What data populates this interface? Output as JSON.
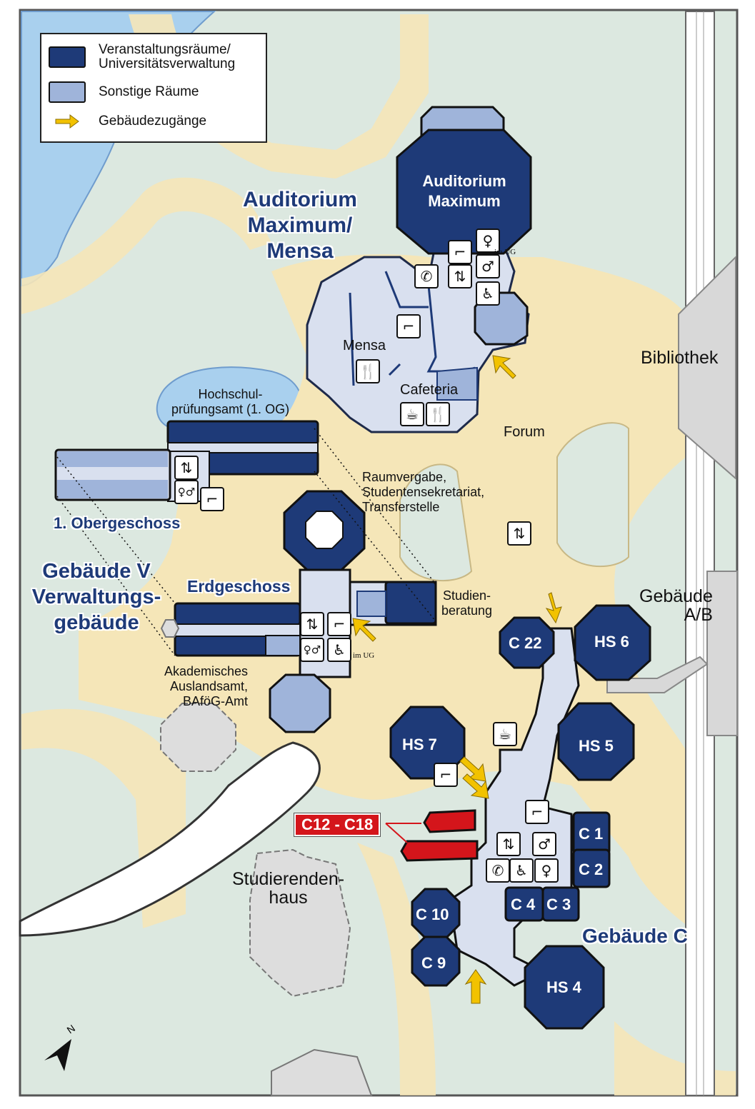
{
  "legend": {
    "event_rooms": "Veranstaltungsräume/\nUniversitätsverwaltung",
    "other_rooms": "Sonstige Räume",
    "entrances": "Gebäudezugänge"
  },
  "colors": {
    "event_rooms": "#1e3a78",
    "other_rooms": "#9fb4da",
    "corridor": "#d9e0ef",
    "paths": "#f5e6b8",
    "green": "#dce8e0",
    "water": "#a9d0ee",
    "highlight": "#d4151b",
    "entrance_arrow": "#f2c200"
  },
  "buildings": {
    "audimax_title": "Auditorium\nMaximum/\nMensa",
    "audimax_hall": "Auditorium\nMaximum",
    "mensa": "Mensa",
    "cafeteria": "Cafeteria",
    "forum": "Forum",
    "bibliothek": "Bibliothek",
    "gebaeude_ab": "Gebäude\nA/B",
    "gebaeude_v": "Gebäude V\nVerwaltungs-\ngebäude",
    "obergeschoss": "1. Obergeschoss",
    "erdgeschoss": "Erdgeschoss",
    "hochschul": "Hochschul-\nprüfungsamt (1. OG)",
    "raumvergabe": "Raumvergabe,\nStudentensekretariat,\nTransferstelle",
    "studienberatung": "Studien-\nberatung",
    "akademisches": "Akademisches\nAuslandsamt,\nBAföG-Amt",
    "studierendenhaus": "Studierenden-\nhaus",
    "gebaeude_c": "Gebäude C"
  },
  "rooms": {
    "hs6": "HS 6",
    "hs5": "HS 5",
    "hs7": "HS 7",
    "hs4": "HS 4",
    "c22": "C 22",
    "c1": "C 1",
    "c2": "C 2",
    "c3": "C 3",
    "c4": "C 4",
    "c10": "C 10",
    "c9": "C 9",
    "c12_c18": "C12 - C18"
  },
  "notes": {
    "im_ug": "im UG"
  },
  "icons": {
    "stairs": "stairs-icon",
    "elevator": "elevator-icon",
    "phone": "phone-icon",
    "female_wc": "female-wc-icon",
    "male_wc": "male-wc-icon",
    "accessible_wc": "accessible-wc-icon",
    "restaurant": "cutlery-icon",
    "coffee": "coffee-cup-icon",
    "compass": "north-arrow-icon"
  }
}
